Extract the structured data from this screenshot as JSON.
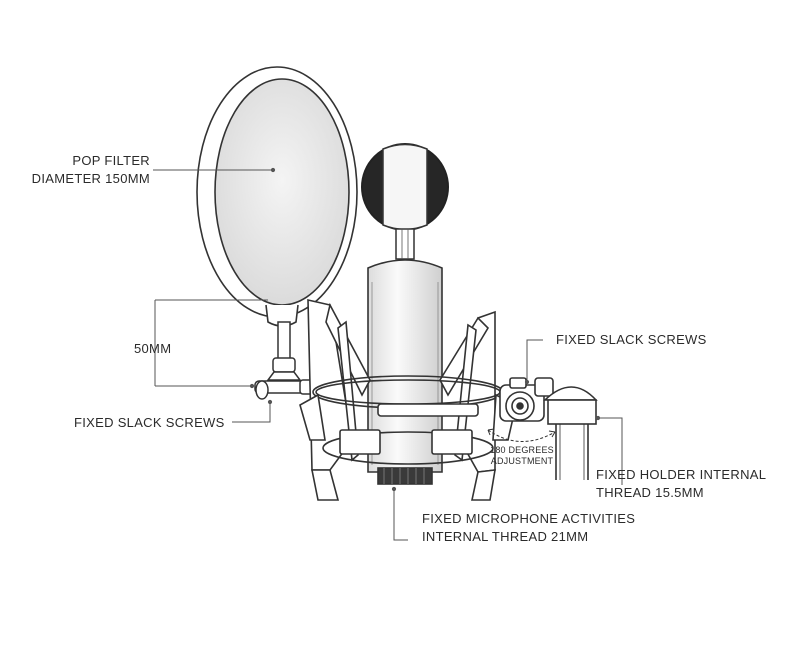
{
  "labels": {
    "pop_filter_line1": "POP FILTER",
    "pop_filter_line2": "DIAMETER 150MM",
    "distance": "50MM",
    "slack_screws_left": "FIXED SLACK SCREWS",
    "slack_screws_right": "FIXED SLACK SCREWS",
    "rotation_line1": "180 DEGREES",
    "rotation_line2": "ADJUSTMENT",
    "holder_line1": "FIXED HOLDER INTERNAL",
    "holder_line2": "THREAD 15.5MM",
    "mic_line1": "FIXED MICROPHONE ACTIVITIES",
    "mic_line2": "INTERNAL THREAD 21MM"
  },
  "colors": {
    "line": "#333333",
    "grille": "#2a2a2a",
    "fill_light": "#f2f2f2",
    "pop_mesh": "#e6e6e6"
  }
}
